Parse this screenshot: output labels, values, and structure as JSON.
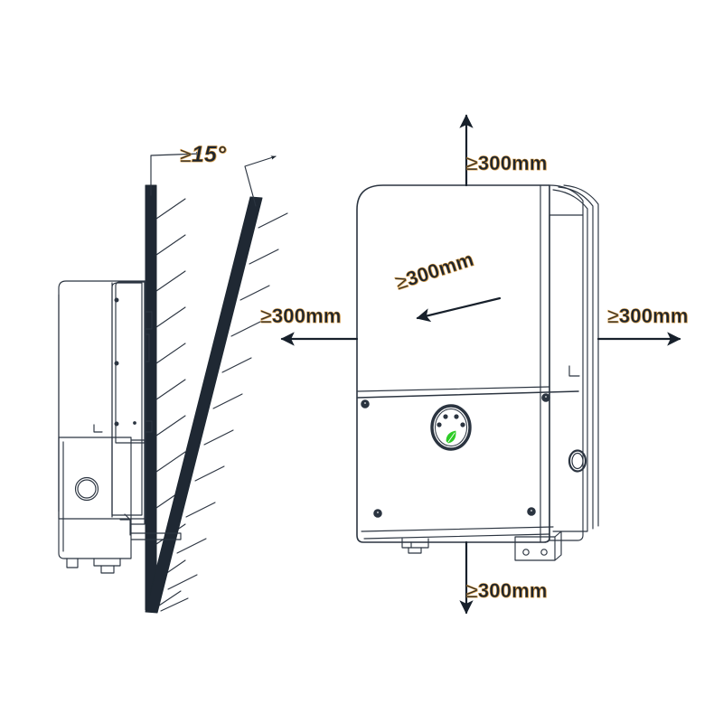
{
  "diagram": {
    "title": "Inverter wall-mounting clearance diagram",
    "type": "installation-clearance",
    "views": [
      {
        "name": "side-view",
        "description": "Side view of inverter on vertical wall with maximum backward tilt limit"
      },
      {
        "name": "front-view",
        "description": "Front view of inverter with required clearances on all four sides"
      }
    ]
  },
  "labels": {
    "tilt_angle": {
      "ge": "≥",
      "value": "15°",
      "full": "≥15°"
    },
    "clearance_top": {
      "ge": "≥",
      "value": "300mm",
      "full": "≥300mm"
    },
    "clearance_left": {
      "ge": "≥",
      "value": "300mm",
      "full": "≥300mm"
    },
    "clearance_right": {
      "ge": "≥",
      "value": "300mm",
      "full": "≥300mm"
    },
    "clearance_bottom": {
      "ge": "≥",
      "value": "300mm",
      "full": "≥300mm"
    },
    "clearance_front": {
      "ge": "≥",
      "value": "300mm",
      "full": "≥300mm"
    }
  },
  "device": {
    "name": "solar-inverter",
    "badge": {
      "name": "status-indicator-badge",
      "leaf_color": "#2ecc27",
      "led_count": 5
    }
  },
  "colors": {
    "line": "#2b3440",
    "wall": "#1f2833",
    "text": "#1b2430",
    "text_outline": "#c98a2e",
    "leaf_green": "#2ecc27",
    "background": "#ffffff"
  }
}
